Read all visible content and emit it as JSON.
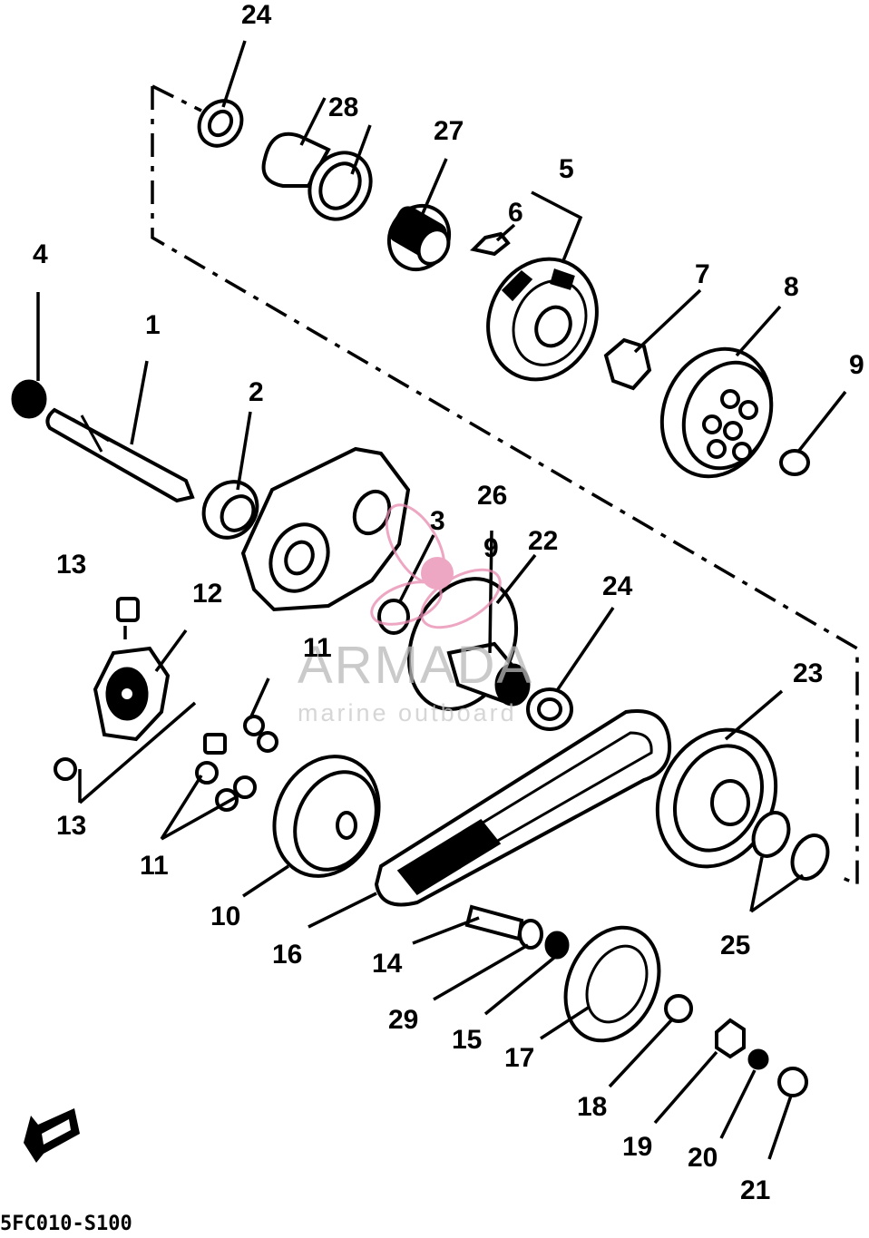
{
  "labels": {
    "p1": "1",
    "p2": "2",
    "p3": "3",
    "p4": "4",
    "p5": "5",
    "p6": "6",
    "p7": "7",
    "p8": "8",
    "p9a": "9",
    "p9b": "9",
    "p10": "10",
    "p11a": "11",
    "p11b": "11",
    "p12": "12",
    "p13a": "13",
    "p13b": "13",
    "p14": "14",
    "p15": "15",
    "p16": "16",
    "p17": "17",
    "p18": "18",
    "p19": "19",
    "p20": "20",
    "p21": "21",
    "p22": "22",
    "p23": "23",
    "p24a": "24",
    "p24b": "24",
    "p25": "25",
    "p26": "26",
    "p27": "27",
    "p28": "28",
    "p29": "29"
  },
  "watermark": {
    "brand": "ARMADA",
    "tagline": "marine outboard"
  },
  "diagram_code": "5FC010-S100",
  "colors": {
    "ink": "#000000",
    "watermark_pink": "#e88ab0",
    "watermark_gray": "#b9b9b9"
  }
}
